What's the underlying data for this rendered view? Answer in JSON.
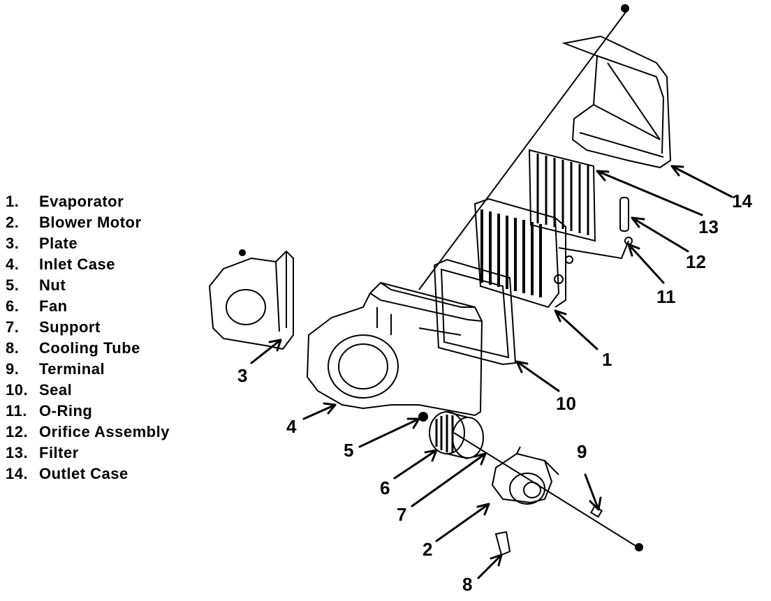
{
  "legend": [
    {
      "num": "1.",
      "name": "Evaporator"
    },
    {
      "num": "2.",
      "name": "Blower Motor"
    },
    {
      "num": "3.",
      "name": "Plate"
    },
    {
      "num": "4.",
      "name": "Inlet Case"
    },
    {
      "num": "5.",
      "name": "Nut"
    },
    {
      "num": "6.",
      "name": "Fan"
    },
    {
      "num": "7.",
      "name": "Support"
    },
    {
      "num": "8.",
      "name": "Cooling Tube"
    },
    {
      "num": "9.",
      "name": "Terminal"
    },
    {
      "num": "10.",
      "name": "Seal"
    },
    {
      "num": "11.",
      "name": "O-Ring"
    },
    {
      "num": "12.",
      "name": "Orifice Assembly"
    },
    {
      "num": "13.",
      "name": "Filter"
    },
    {
      "num": "14.",
      "name": "Outlet Case"
    }
  ],
  "callouts": {
    "c1": "1",
    "c2": "2",
    "c3": "3",
    "c4": "4",
    "c5": "5",
    "c6": "6",
    "c7": "7",
    "c8": "8",
    "c9": "9",
    "c10": "10",
    "c11": "11",
    "c12": "12",
    "c13": "13",
    "c14": "14"
  }
}
